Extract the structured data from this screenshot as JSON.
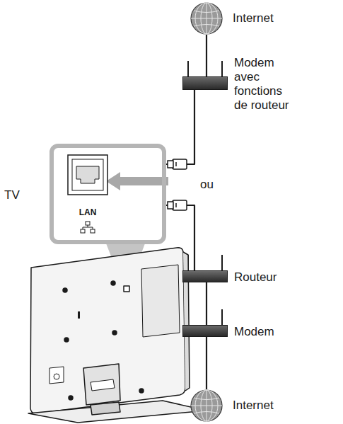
{
  "diagram": {
    "nodes": [
      {
        "text": [
          "Internet"
        ]
      },
      {
        "text": [
          "Modem avec fonctions de routeur"
        ]
      },
      {
        "text": [
          "Routeur"
        ]
      },
      {
        "text": [
          "Modem"
        ]
      },
      {
        "text": [
          "Internet"
        ]
      },
      {
        "text": [
          "LAN"
        ]
      }
    ],
    "edges": [
      {
        "from": 0,
        "to": 1,
        "arrow": "none"
      },
      {
        "from": 1,
        "to": 5,
        "arrow": "none"
      },
      {
        "from": 2,
        "to": 5,
        "arrow": "none"
      },
      {
        "from": 2,
        "to": 3,
        "arrow": "none"
      },
      {
        "from": 3,
        "to": 4,
        "arrow": "none"
      }
    ],
    "labels": [
      "ou",
      "TV"
    ]
  }
}
